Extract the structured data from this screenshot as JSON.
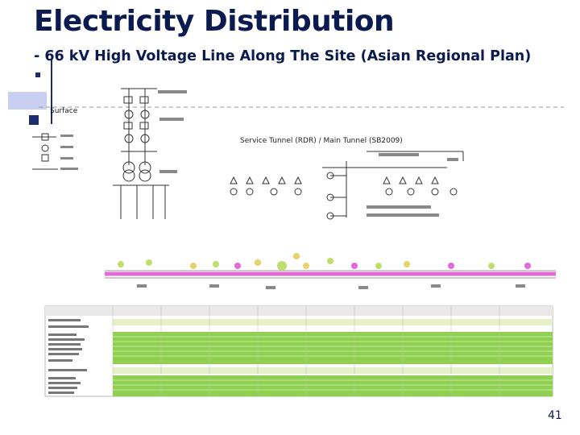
{
  "slide": {
    "title": "Electricity Distribution",
    "subtitle": "- 66 kV High Voltage Line Along The Site (Asian Regional Plan)",
    "page_number": "41"
  },
  "diagram": {
    "surface_label": "Surface",
    "tunnel_label": "Service Tunnel (RDR) / Main Tunnel (SB2009)"
  }
}
